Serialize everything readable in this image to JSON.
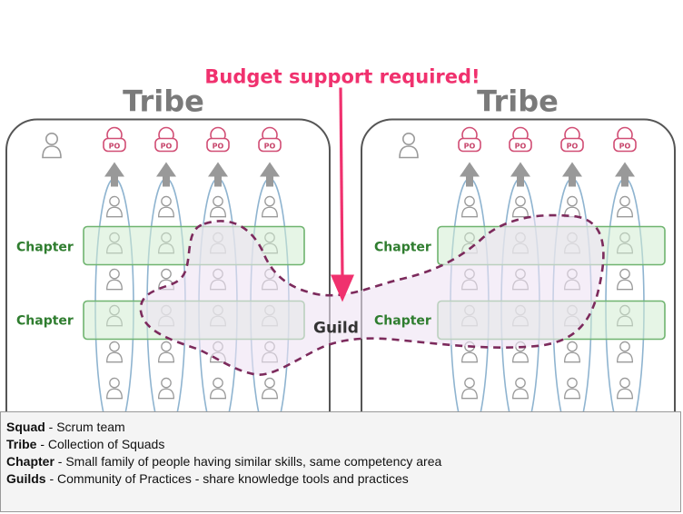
{
  "banner": "Budget support required!",
  "tribes": [
    {
      "title": "Tribe",
      "po_label": "PO",
      "chapters": [
        "Chapter",
        "Chapter"
      ],
      "squads": [
        "Squad",
        "Squad",
        "Squad",
        "Squad"
      ]
    },
    {
      "title": "Tribe",
      "po_label": "PO",
      "chapters": [
        "Chapter",
        "Chapter"
      ],
      "squads": [
        "Squad",
        "Squad",
        "Squad",
        "Squad"
      ]
    }
  ],
  "guild": "Guild",
  "legend": [
    {
      "term": "Squad",
      "desc": " - Scrum team"
    },
    {
      "term": "Tribe",
      "desc": " - Collection of Squads"
    },
    {
      "term": "Chapter",
      "desc": " - Small family of people having similar skills, same competency area"
    },
    {
      "term": "Guilds",
      "desc": " - Community of Practices - share knowledge tools and practices"
    }
  ],
  "colors": {
    "banner": "#f0316e",
    "squad_stroke": "#8fb4d0",
    "chapter_fill": "#d2ecd2",
    "chapter_stroke": "#6fb46f",
    "guild_fill": "#efe3f4",
    "guild_stroke": "#7c2a5c",
    "po": "#d14d74"
  }
}
